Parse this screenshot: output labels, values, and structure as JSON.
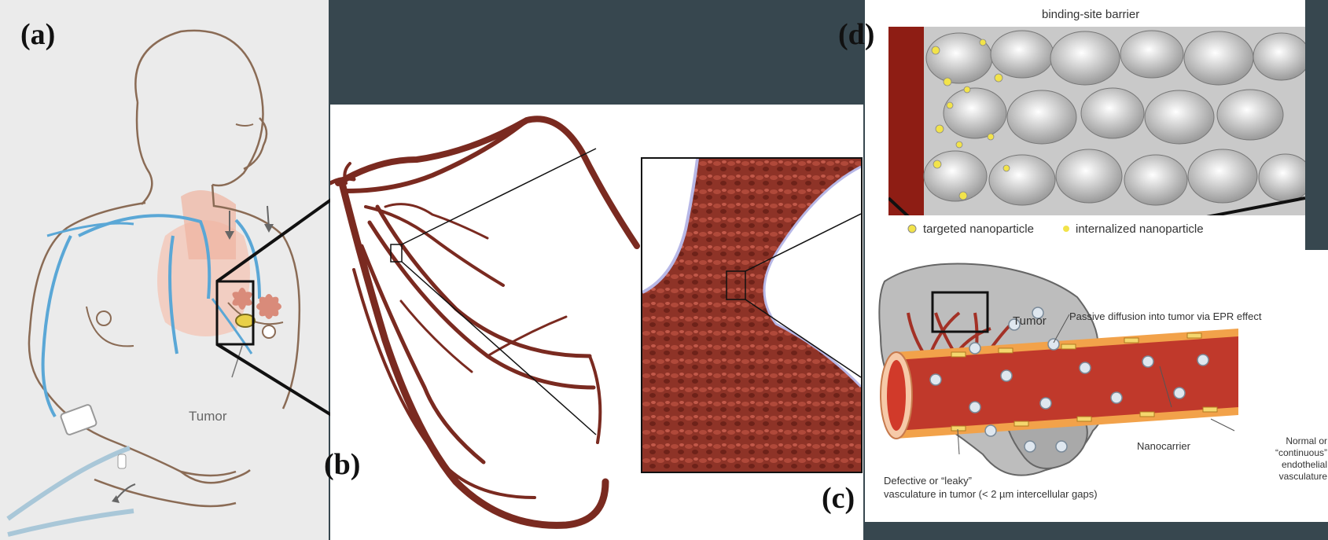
{
  "panels": {
    "a": {
      "label": "(a)",
      "tumor_text": "Tumor"
    },
    "b": {
      "label": "(b)"
    },
    "c": {
      "label": "(c)"
    },
    "d": {
      "label": "(d)",
      "title": "binding-site barrier",
      "legend_targeted": "targeted nanoparticle",
      "legend_internalized": "internalized nanoparticle"
    },
    "e": {
      "tumor": "Tumor",
      "passive": "Passive diffusion into tumor via EPR effect",
      "nanocarrier": "Nanocarrier",
      "normal": "Normal or “continuous” endothelial vasculature",
      "defective_1": "Defective or “leaky”",
      "defective_2": "vasculature in tumor (< 2 µm intercellular gaps)"
    }
  },
  "colors": {
    "background": "#37474f",
    "vessel": "#7a2a20",
    "vein": "#5aa7d6",
    "tissue": "#ededed"
  }
}
